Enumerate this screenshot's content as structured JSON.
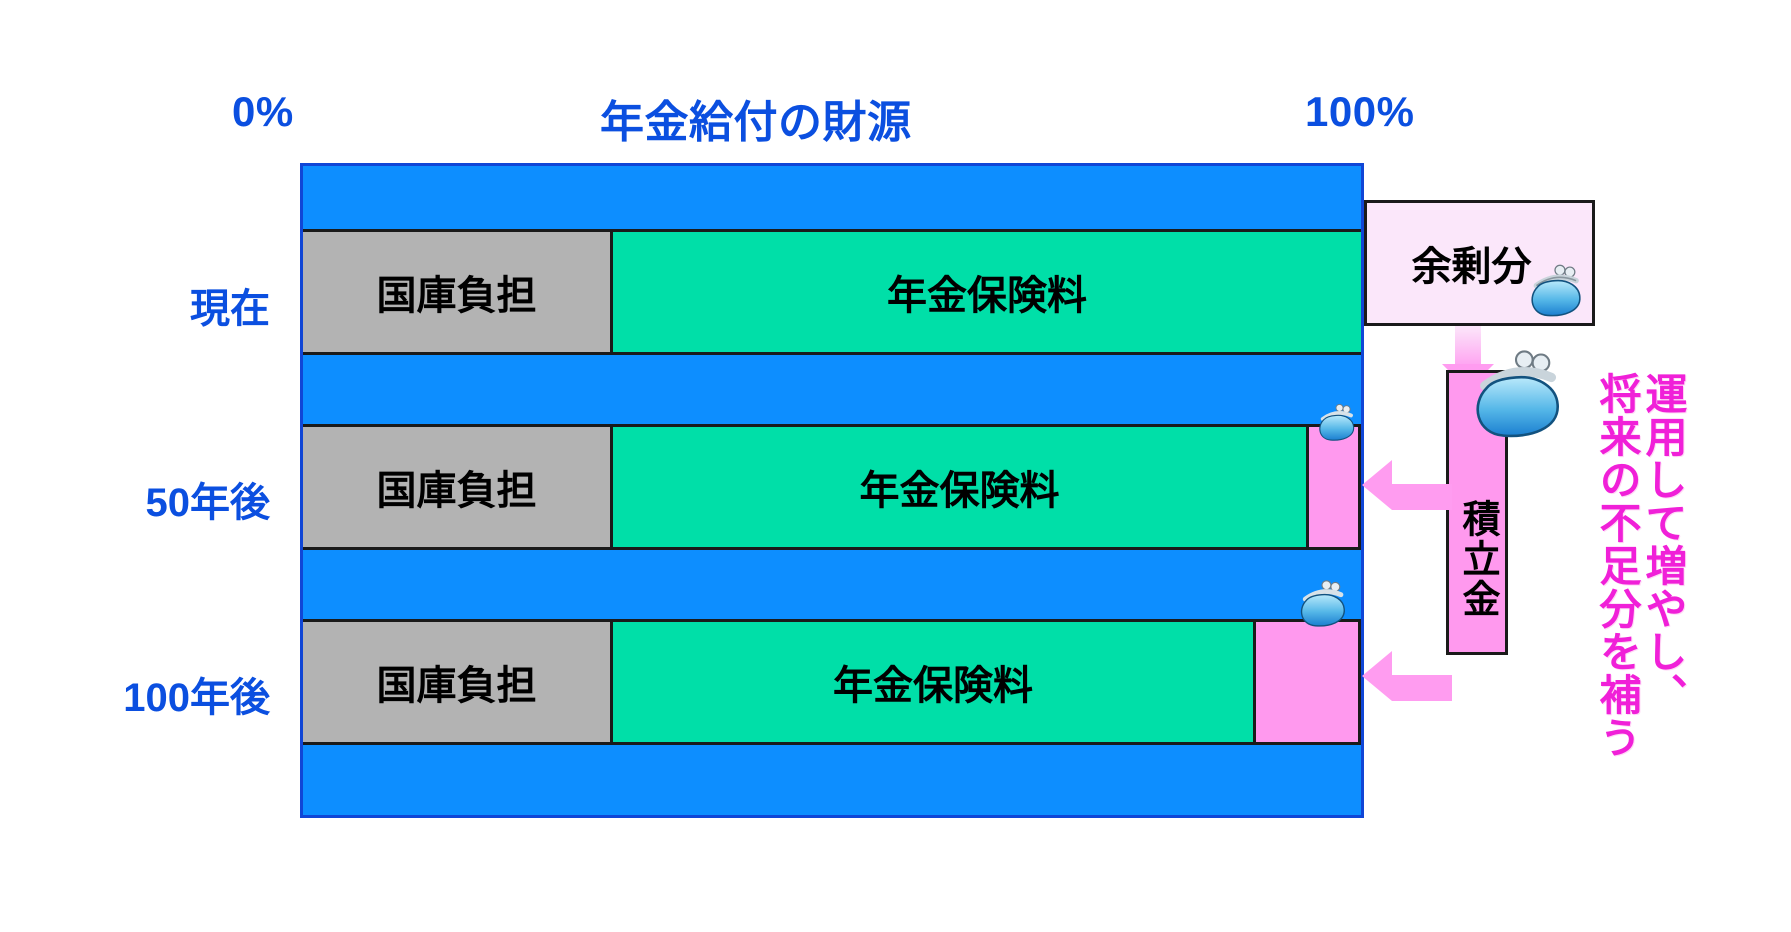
{
  "title": "年金給付の財源",
  "scale": {
    "left_label": "0%",
    "right_label": "100%"
  },
  "colors": {
    "accent_blue": "#0b4fe0",
    "frame_blue": "#0d8eff",
    "treasury_gray": "#b3b3b3",
    "premium_green": "#00dfa8",
    "reserve_pink": "#ff99ee",
    "surplus_pink": "#fbe7fa",
    "caption_magenta": "#f020d8"
  },
  "rows": [
    {
      "label": "現在",
      "segments": [
        {
          "name": "国庫負担",
          "percent": 29
        },
        {
          "name": "年金保険料",
          "percent": 71
        }
      ]
    },
    {
      "label": "50年後",
      "segments": [
        {
          "name": "国庫負担",
          "percent": 29
        },
        {
          "name": "年金保険料",
          "percent": 66
        },
        {
          "name": "",
          "percent": 5
        }
      ]
    },
    {
      "label": "100年後",
      "segments": [
        {
          "name": "国庫負担",
          "percent": 29
        },
        {
          "name": "年金保険料",
          "percent": 61
        },
        {
          "name": "",
          "percent": 10
        }
      ]
    }
  ],
  "surplus": {
    "label": "余剰分",
    "icon": "coin-purse-icon"
  },
  "reserve": {
    "label": "積立金",
    "icon": "coin-purse-icon"
  },
  "caption": {
    "line1": "運用して増やし、",
    "line2": "将来の不足分を補う"
  },
  "chart_data": {
    "type": "bar",
    "orientation": "horizontal",
    "stacked": true,
    "title": "年金給付の財源",
    "xlabel": "",
    "ylabel": "",
    "xlim": [
      0,
      100
    ],
    "xtick_labels": [
      "0%",
      "100%"
    ],
    "grid": false,
    "legend": "none",
    "categories": [
      "現在",
      "50年後",
      "100年後"
    ],
    "series": [
      {
        "name": "国庫負担",
        "color": "#b3b3b3",
        "values": [
          29,
          29,
          29
        ]
      },
      {
        "name": "年金保険料",
        "color": "#00dfa8",
        "values": [
          71,
          66,
          61
        ]
      },
      {
        "name": "積立金",
        "color": "#ff99ee",
        "values": [
          0,
          5,
          10
        ]
      }
    ],
    "annotations": [
      "余剰分",
      "積立金",
      "運用して増やし、",
      "将来の不足分を補う"
    ]
  }
}
